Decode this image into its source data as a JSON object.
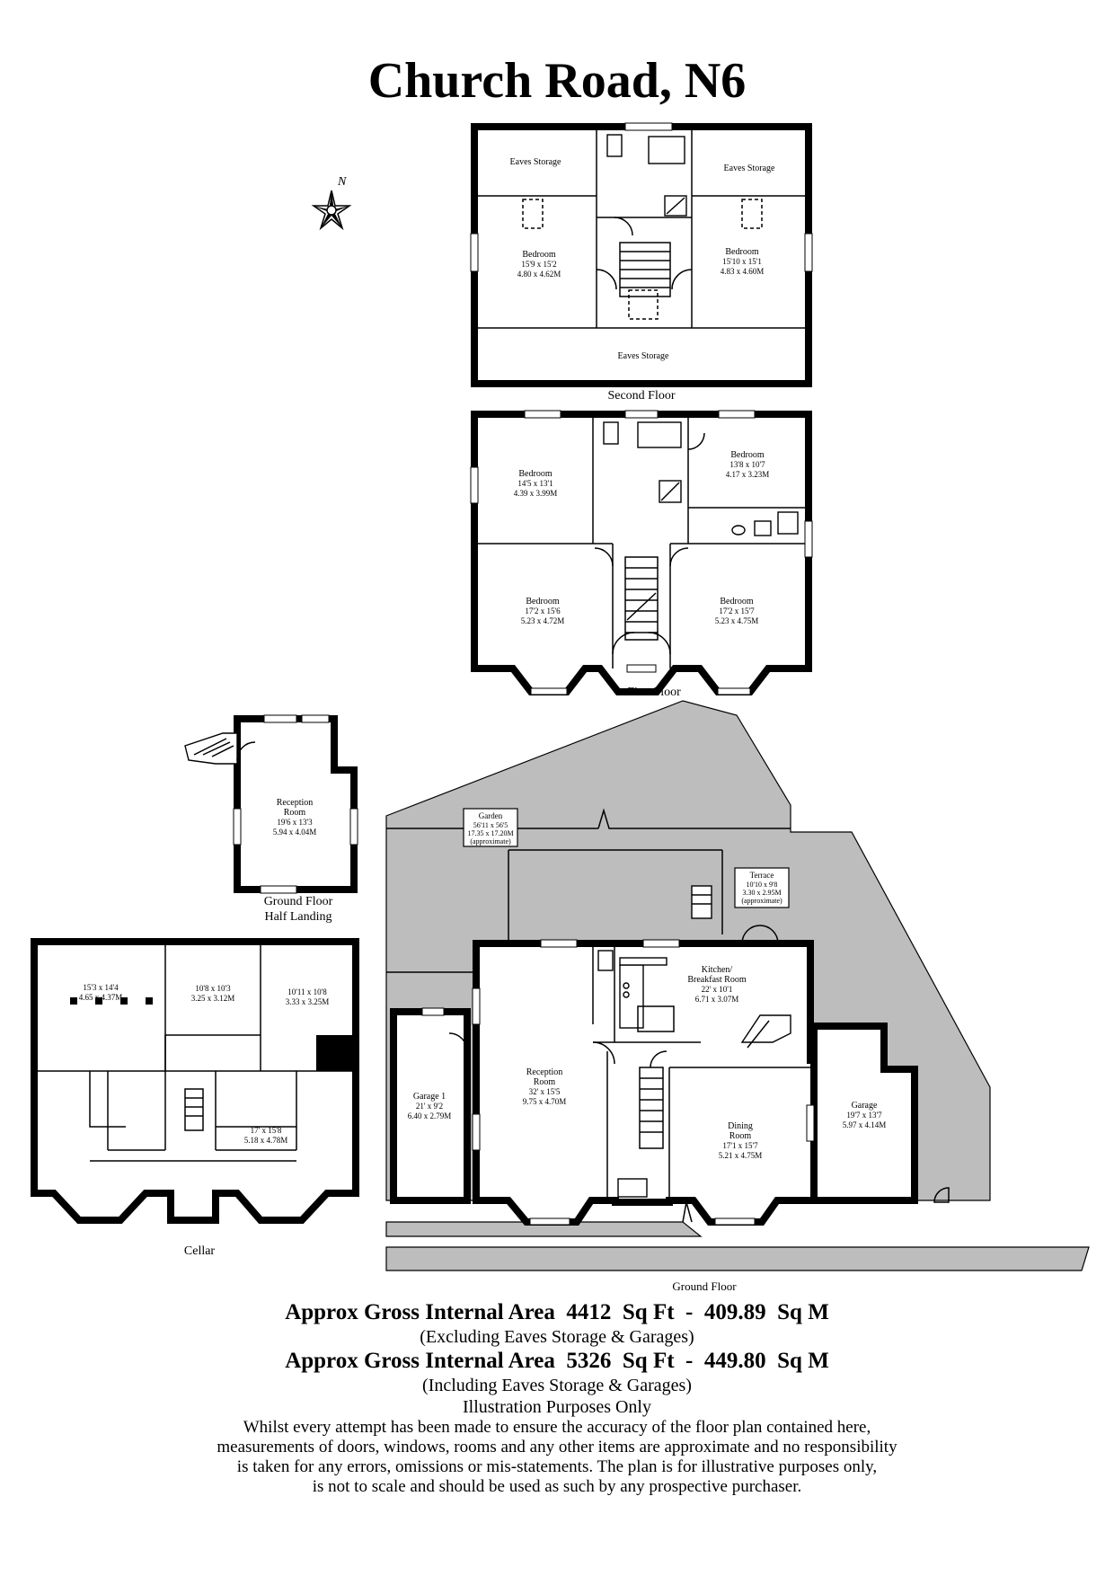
{
  "title": "Church Road, N6",
  "compass": {
    "label": "N",
    "icon": "compass-rose-icon"
  },
  "floors": {
    "second": {
      "label": "Second Floor",
      "rooms": [
        {
          "name": "Eaves Storage"
        },
        {
          "name": "Eaves Storage"
        },
        {
          "name": "Bedroom",
          "imperial": "15'9 x 15'2",
          "metric": "4.80 x 4.62M"
        },
        {
          "name": "Bedroom",
          "imperial": "15'10 x 15'1",
          "metric": "4.83 x 4.60M"
        },
        {
          "name": "Eaves Storage"
        }
      ]
    },
    "first": {
      "label": "First Floor",
      "rooms": [
        {
          "name": "Bedroom",
          "imperial": "14'5 x 13'1",
          "metric": "4.39 x 3.99M"
        },
        {
          "name": "Bedroom",
          "imperial": "13'8 x 10'7",
          "metric": "4.17 x 3.23M"
        },
        {
          "name": "Bedroom",
          "imperial": "17'2 x 15'6",
          "metric": "5.23 x 4.72M"
        },
        {
          "name": "Bedroom",
          "imperial": "17'2 x 15'7",
          "metric": "5.23 x 4.75M"
        }
      ]
    },
    "half_landing": {
      "label_line1": "Ground Floor",
      "label_line2": "Half Landing",
      "room": {
        "name_line1": "Reception",
        "name_line2": "Room",
        "imperial": "19'6 x 13'3",
        "metric": "5.94 x 4.04M"
      }
    },
    "cellar": {
      "label": "Cellar",
      "rooms": [
        {
          "imperial": "15'3 x 14'4",
          "metric": "4.65 x 4.37M"
        },
        {
          "imperial": "10'8 x 10'3",
          "metric": "3.25 x 3.12M"
        },
        {
          "imperial": "10'11 x 10'8",
          "metric": "3.33 x 3.25M"
        },
        {
          "imperial": "17' x 15'8",
          "metric": "5.18 x 4.78M"
        }
      ]
    },
    "ground": {
      "label": "Ground Floor",
      "garden": {
        "name": "Garden",
        "imperial": "56'11 x 56'5",
        "metric": "17.35 x 17.20M",
        "note": "(approximate)"
      },
      "terrace": {
        "name": "Terrace",
        "imperial": "10'10 x 9'8",
        "metric": "3.30 x 2.95M",
        "note": "(approximate)"
      },
      "kitchen": {
        "name_line1": "Kitchen/",
        "name_line2": "Breakfast Room",
        "imperial": "22' x 10'1",
        "metric": "6.71 x 3.07M"
      },
      "reception": {
        "name_line1": "Reception",
        "name_line2": "Room",
        "imperial": "32' x 15'5",
        "metric": "9.75 x 4.70M"
      },
      "garage1": {
        "name": "Garage 1",
        "imperial": "21' x 9'2",
        "metric": "6.40 x 2.79M"
      },
      "dining": {
        "name_line1": "Dining",
        "name_line2": "Room",
        "imperial": "17'1 x 15'7",
        "metric": "5.21 x 4.75M"
      },
      "garage": {
        "name": "Garage",
        "imperial": "19'7 x 13'7",
        "metric": "5.97 x 4.14M"
      }
    }
  },
  "footer": {
    "area1": "Approx Gross Internal Area  4412  Sq Ft  -  409.89  Sq M",
    "area1_note": "(Excluding Eaves Storage & Garages)",
    "area2": "Approx Gross Internal Area  5326  Sq Ft  -  449.80  Sq M",
    "area2_note": "(Including Eaves Storage & Garages)",
    "illustration": "Illustration Purposes Only",
    "disclaimer": [
      "Whilst every attempt has been made to ensure the accuracy of the floor plan contained here,",
      "measurements of doors, windows, rooms and any other items are approximate and no responsibility",
      "is taken for any errors, omissions or mis-statements. The plan is for illustrative purposes only,",
      "is not to scale and should be used as such by any prospective purchaser."
    ]
  }
}
